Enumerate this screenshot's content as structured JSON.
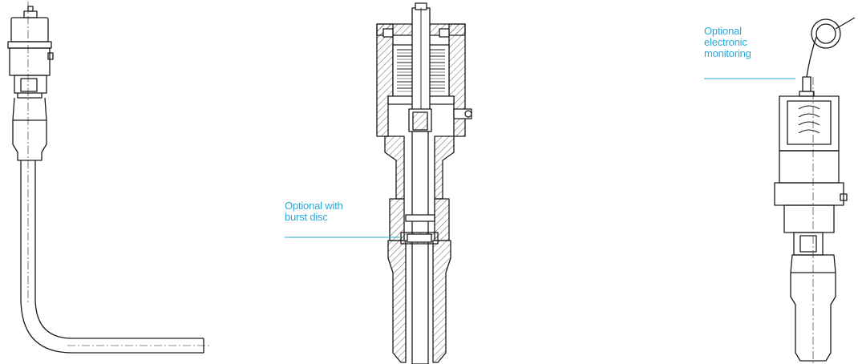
{
  "colors": {
    "annotation": "#29a9d6",
    "drawing_line": "#1a1a1a",
    "background": "#ffffff"
  },
  "callouts": {
    "burst_disc": {
      "lines": [
        "Optional with",
        "burst disc"
      ]
    },
    "electronic_monitoring": {
      "lines": [
        "Optional",
        "electronic",
        "monitoring"
      ]
    }
  }
}
